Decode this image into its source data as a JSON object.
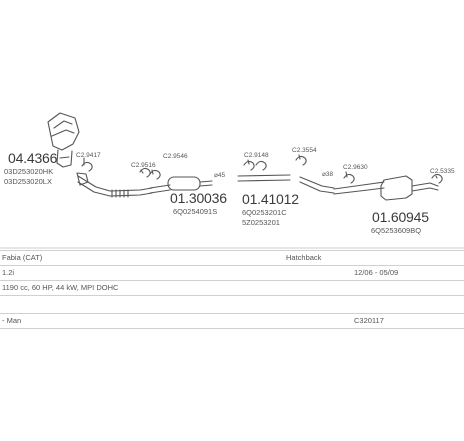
{
  "parts": {
    "p1": {
      "number": "04.4366",
      "codes": [
        "03D253020HK",
        "03D253020LX"
      ]
    },
    "p2": {
      "number": "01.30036",
      "code": "6Q0254091S"
    },
    "p3": {
      "number": "01.41012",
      "codes": [
        "6Q0253201C",
        "5Z0253201"
      ]
    },
    "p4": {
      "number": "01.60945",
      "code": "6Q5253609BQ"
    }
  },
  "labels": {
    "c2_9417": "C2.9417",
    "c2_9516": "C2.9516",
    "c2_9546": "C2.9546",
    "c2_9148": "C2.9148",
    "c2_3554": "C2.3554",
    "c2_9630": "C2.9630",
    "c2_5335": "C2.5335",
    "d45": "⌀45",
    "d38": "⌀38"
  },
  "info": {
    "model": "Fabia (CAT)",
    "body": "Hatchback",
    "engine": "1.2i",
    "dates": "12/06 - 05/09",
    "spec": "1190 cc, 60 HP, 44 kW, MPI DOHC",
    "gearbox": "- Man",
    "ref": "C320117"
  }
}
